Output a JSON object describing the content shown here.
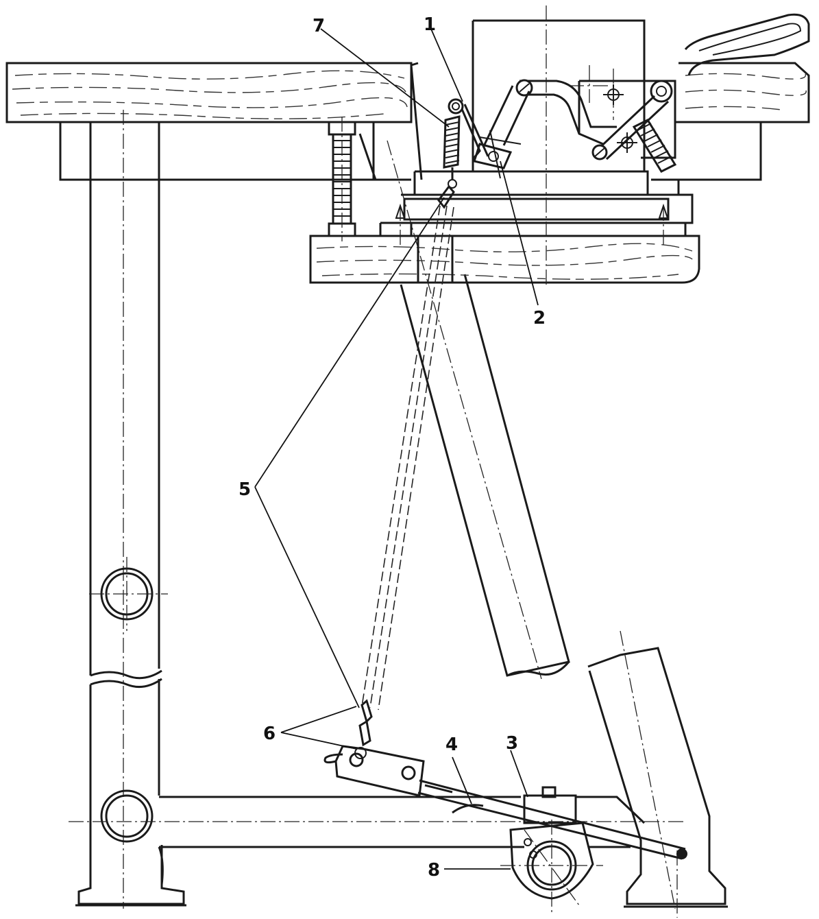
{
  "diagram": {
    "part_labels": [
      {
        "id": "1",
        "text": "1"
      },
      {
        "id": "2",
        "text": "2"
      },
      {
        "id": "3",
        "text": "3"
      },
      {
        "id": "4",
        "text": "4"
      },
      {
        "id": "5",
        "text": "5"
      },
      {
        "id": "6",
        "text": "6"
      },
      {
        "id": "7",
        "text": "7"
      },
      {
        "id": "8",
        "text": "8"
      }
    ]
  }
}
